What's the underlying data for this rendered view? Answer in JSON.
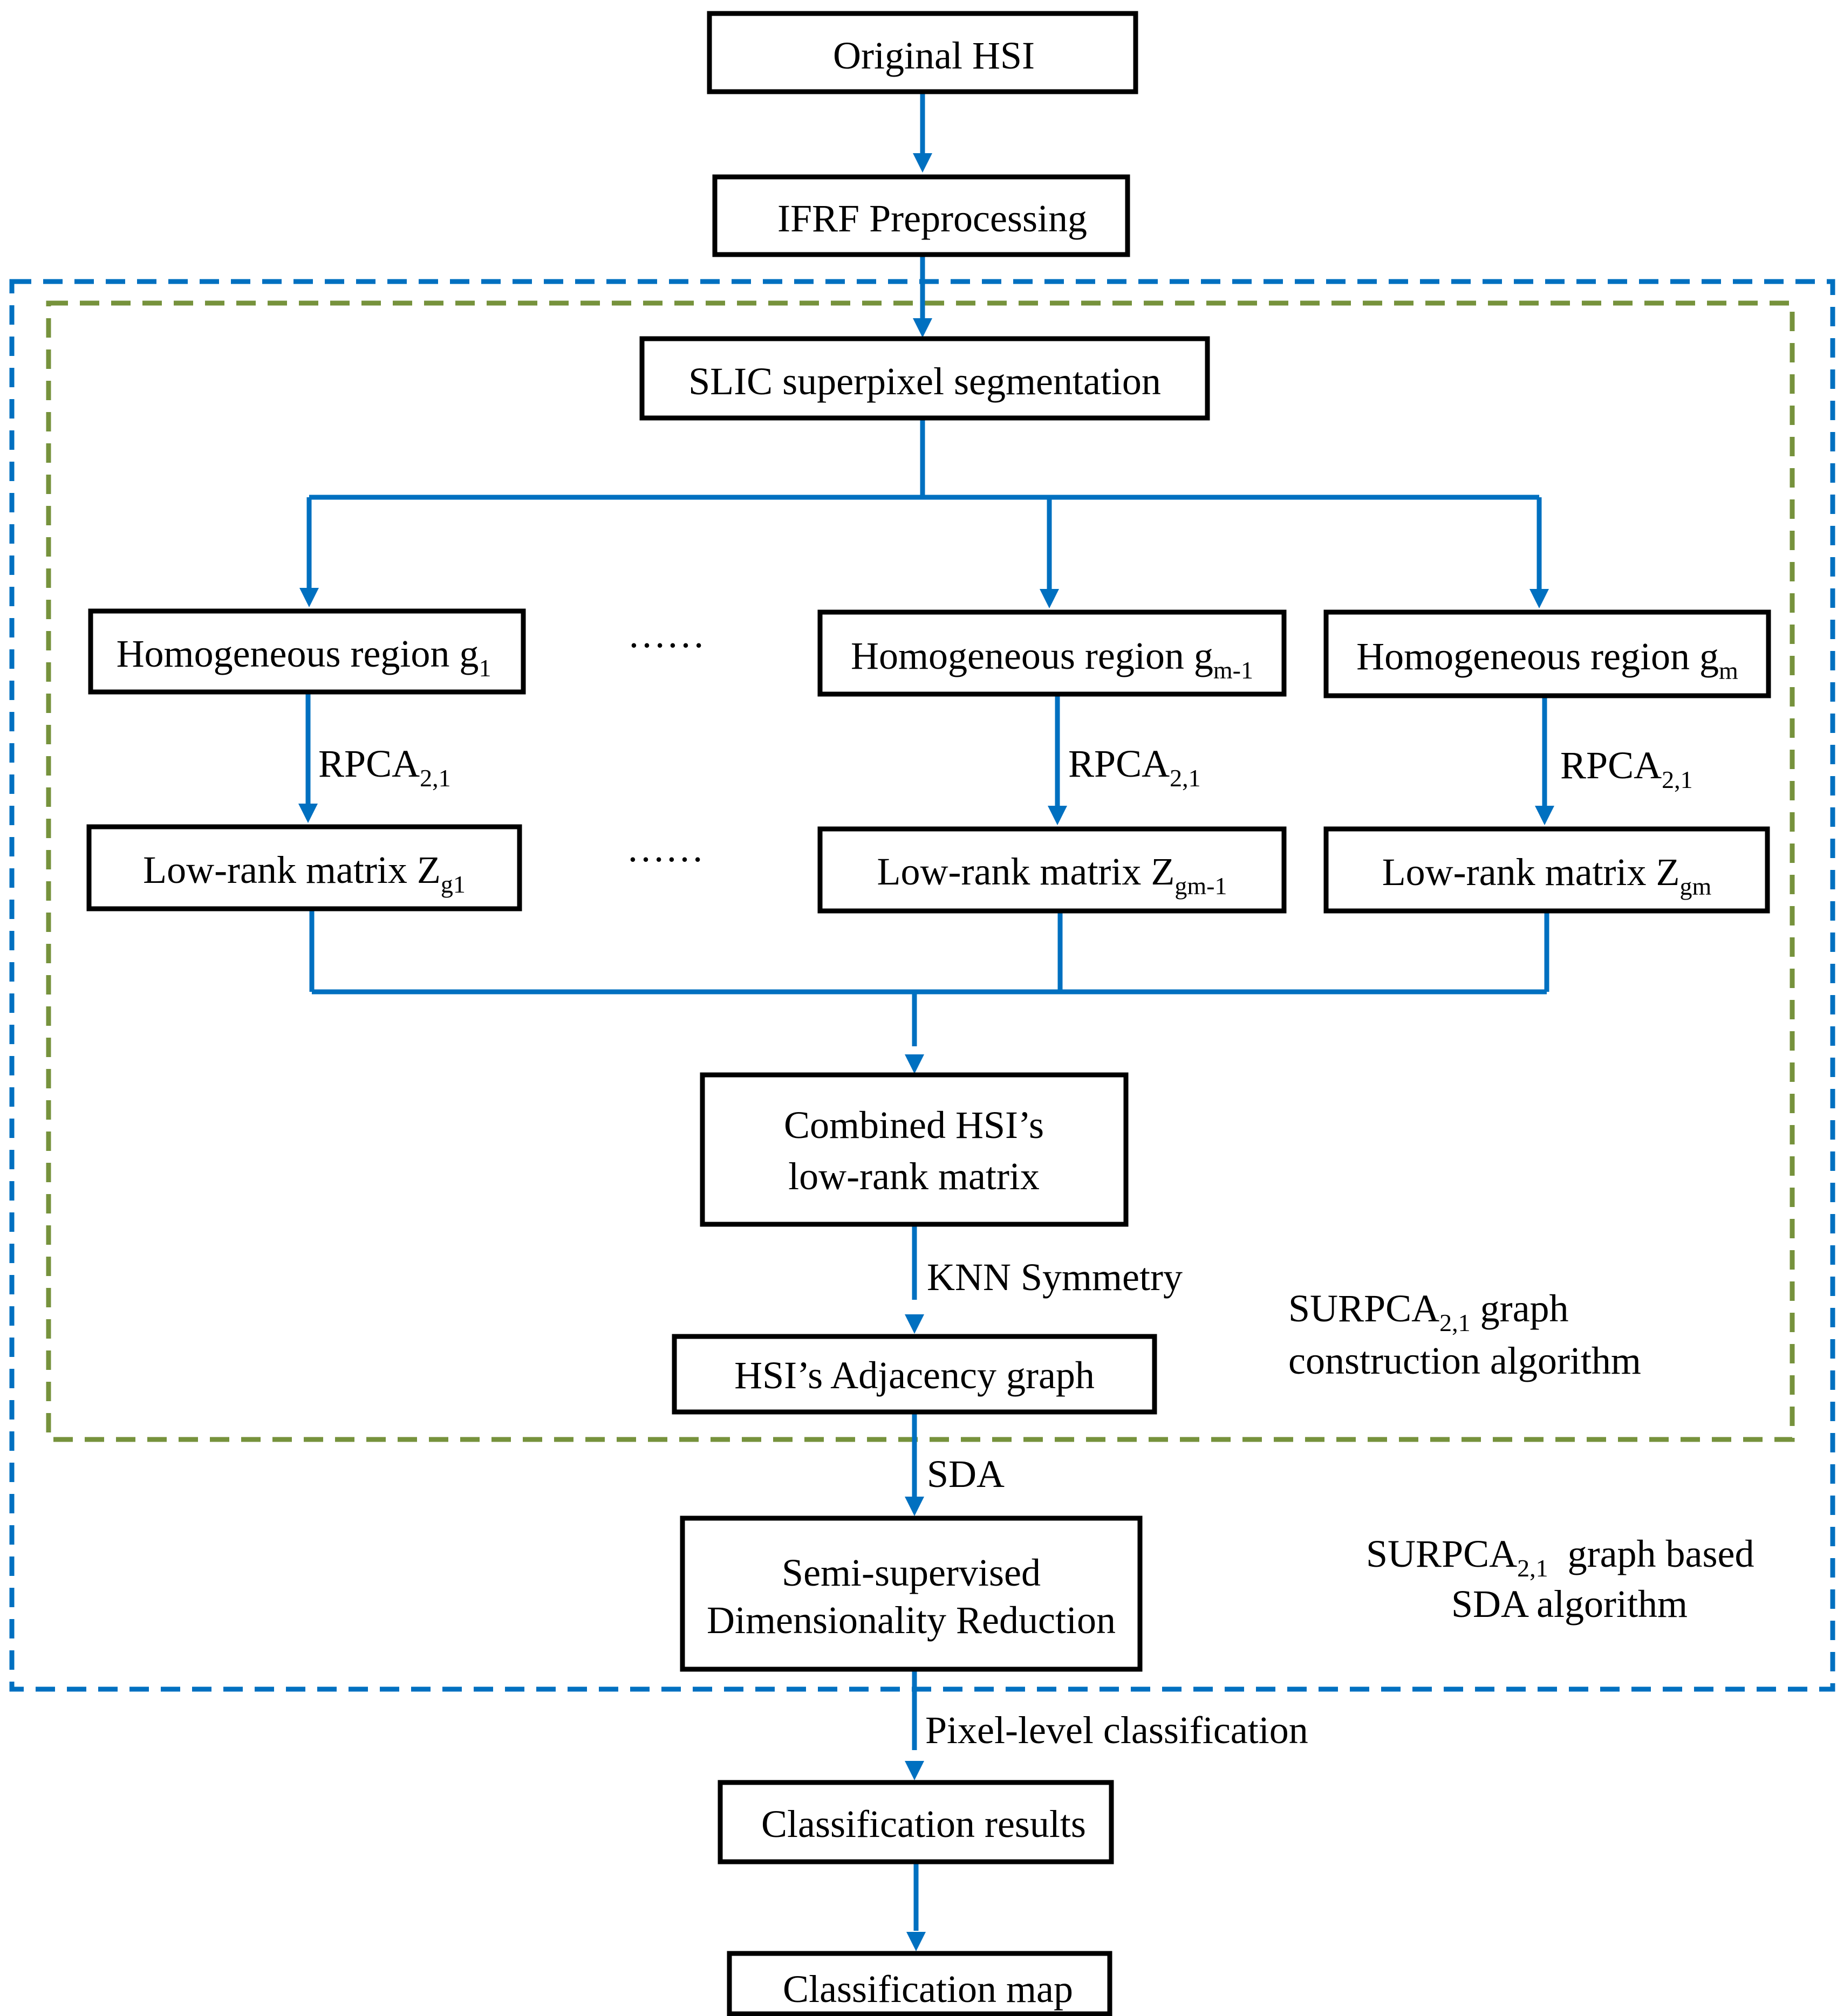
{
  "colors": {
    "flow_arrows": "#0070C0",
    "outer_dashed_frame": "#0070C0",
    "inner_dashed_frame": "#76923C",
    "box_border": "#000000"
  },
  "nodes": {
    "original_hsi": "Original HSI",
    "ifrf": "IFRF Preprocessing",
    "slic": "SLIC superpixel segmentation",
    "region_g1": {
      "text": "Homogeneous region g",
      "sub": "1"
    },
    "region_gm1": {
      "text": "Homogeneous region g",
      "sub": "m-1"
    },
    "region_gm": {
      "text": "Homogeneous region g",
      "sub": "m"
    },
    "lowrank_g1": {
      "text": "Low-rank matrix Z",
      "sub": "g1"
    },
    "lowrank_gm1": {
      "text": "Low-rank matrix Z",
      "sub": "gm-1"
    },
    "lowrank_gm": {
      "text": "Low-rank matrix Z",
      "sub": "gm"
    },
    "combined": [
      "Combined HSI’s",
      "low-rank matrix"
    ],
    "adjacency": "HSI’s Adjacency graph",
    "ssdr": [
      "Semi-supervised",
      "Dimensionality Reduction"
    ],
    "results": "Classification results",
    "map": "Classification map"
  },
  "ellipsis": "……",
  "edges": {
    "rpca": {
      "text": "RPCA",
      "sub": "2,1"
    },
    "knn": "KNN Symmetry",
    "sda": "SDA",
    "pixel": "Pixel-level classification"
  },
  "frames": {
    "inner": {
      "pre": "SURPCA",
      "sub": "2,1",
      "post": " graph",
      "line2": "construction algorithm"
    },
    "outer": {
      "pre": "SURPCA",
      "sub": "2,1",
      "post": "  graph based",
      "line2": "SDA algorithm"
    }
  }
}
